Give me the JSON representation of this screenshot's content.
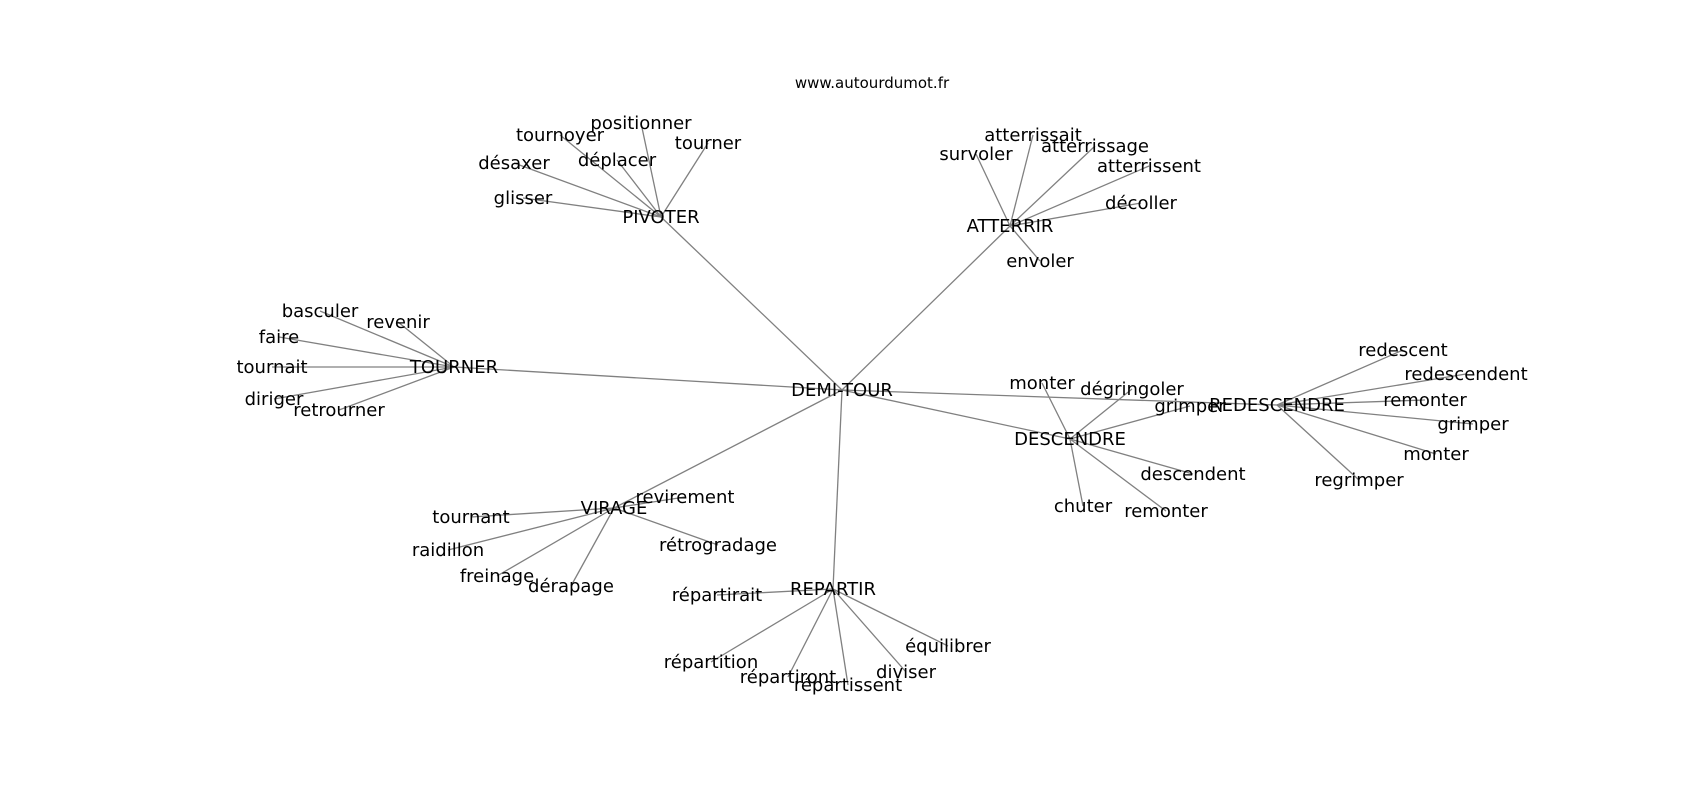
{
  "site_title": "www.autourdumot.fr",
  "graph": {
    "center": "DEMI-TOUR",
    "groups": [
      {
        "hub": "PIVOTER",
        "words": [
          "positionner",
          "tournoyer",
          "tourner",
          "déplacer",
          "désaxer",
          "glisser"
        ]
      },
      {
        "hub": "ATTERRIR",
        "words": [
          "atterrissait",
          "atterrissage",
          "survoler",
          "atterrissent",
          "décoller",
          "envoler"
        ]
      },
      {
        "hub": "TOURNER",
        "words": [
          "basculer",
          "revenir",
          "faire",
          "tournait",
          "diriger",
          "retrourner"
        ]
      },
      {
        "hub": "REDESCENDRE",
        "words": [
          "redescent",
          "redescendent",
          "remonter",
          "grimper",
          "monter",
          "regrimper"
        ]
      },
      {
        "hub": "DESCENDRE",
        "words": [
          "monter",
          "dégringoler",
          "grimper",
          "descendent",
          "remonter",
          "chuter"
        ]
      },
      {
        "hub": "VIRAGE",
        "words": [
          "revirement",
          "tournant",
          "rétrogradage",
          "raidillon",
          "freinage",
          "dérapage"
        ]
      },
      {
        "hub": "REPARTIR",
        "words": [
          "répartirait",
          "équilibrer",
          "répartition",
          "diviser",
          "répartiront",
          "répartissent"
        ]
      }
    ]
  }
}
